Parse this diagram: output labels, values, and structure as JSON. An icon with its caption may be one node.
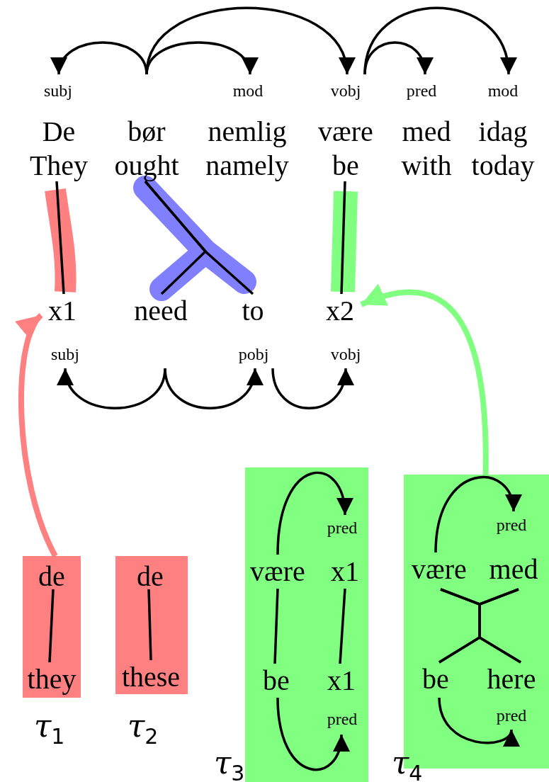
{
  "diagram": {
    "nodes": [
      {
        "text": [
          "De",
          "They"
        ]
      },
      {
        "text": [
          "bør",
          "ought"
        ]
      },
      {
        "text": [
          "nemlig",
          "namely"
        ]
      },
      {
        "text": [
          "være",
          "be"
        ]
      },
      {
        "text": [
          "med",
          "with"
        ]
      },
      {
        "text": [
          "idag",
          "today"
        ]
      },
      {
        "text": [
          "x1"
        ]
      },
      {
        "text": [
          "need"
        ]
      },
      {
        "text": [
          "to"
        ]
      },
      {
        "text": [
          "x2"
        ]
      },
      {
        "text": [
          "τ$_{1}$"
        ]
      },
      {
        "text": [
          "de"
        ],
        "in": 10
      },
      {
        "text": [
          "they"
        ],
        "in": 10
      },
      {
        "text": [
          "τ$_{2}$"
        ]
      },
      {
        "text": [
          "de"
        ],
        "in": 13
      },
      {
        "text": [
          "these"
        ],
        "in": 13
      },
      {
        "text": [
          "τ$_{3}$"
        ]
      },
      {
        "text": [
          "være"
        ],
        "in": 16
      },
      {
        "text": [
          "x1"
        ],
        "in": 16
      },
      {
        "text": [
          "be"
        ],
        "in": 16
      },
      {
        "text": [
          "x1"
        ],
        "in": 16
      },
      {
        "text": [
          "τ$_{4}$"
        ]
      },
      {
        "text": [
          "være"
        ],
        "in": 21
      },
      {
        "text": [
          "med"
        ],
        "in": 21
      },
      {
        "text": [
          "be"
        ],
        "in": 21
      },
      {
        "text": [
          "here"
        ],
        "in": 21
      }
    ],
    "edges": [
      {
        "from": 1,
        "to": 0,
        "arrow": "to",
        "label": "subj"
      },
      {
        "from": 1,
        "to": 2,
        "arrow": "to",
        "label": "mod"
      },
      {
        "from": 1,
        "to": 3,
        "arrow": "to",
        "label": "vobj"
      },
      {
        "from": 3,
        "to": 4,
        "arrow": "to",
        "label": "pred"
      },
      {
        "from": 3,
        "to": 5,
        "arrow": "to",
        "label": "mod"
      },
      {
        "from": 0,
        "to": 6,
        "arrow": "none"
      },
      {
        "from": 1,
        "to": 7,
        "arrow": "none"
      },
      {
        "from": 1,
        "to": 8,
        "arrow": "none"
      },
      {
        "from": 3,
        "to": 9,
        "arrow": "none"
      },
      {
        "from": 7,
        "to": 6,
        "arrow": "to",
        "label": "subj"
      },
      {
        "from": 7,
        "to": 8,
        "arrow": "to",
        "label": "pobj"
      },
      {
        "from": 8,
        "to": 9,
        "arrow": "to",
        "label": "vobj"
      },
      {
        "from": 11,
        "to": 12,
        "arrow": "none"
      },
      {
        "from": 14,
        "to": 15,
        "arrow": "none"
      },
      {
        "from": 17,
        "to": 18,
        "arrow": "to",
        "label": "pred"
      },
      {
        "from": 17,
        "to": 19,
        "arrow": "none"
      },
      {
        "from": 18,
        "to": 20,
        "arrow": "none"
      },
      {
        "from": 19,
        "to": 20,
        "arrow": "to",
        "label": "pred"
      },
      {
        "from": 22,
        "to": 23,
        "arrow": "to",
        "label": "pred"
      },
      {
        "from": 22,
        "to": 24,
        "arrow": "none"
      },
      {
        "from": 22,
        "to": 25,
        "arrow": "none"
      },
      {
        "from": 23,
        "to": 24,
        "arrow": "none"
      },
      {
        "from": 23,
        "to": 25,
        "arrow": "none"
      },
      {
        "from": 24,
        "to": 25,
        "arrow": "to",
        "label": "pred"
      },
      {
        "from": 10,
        "to": 6,
        "arrow": "to",
        "style": "thick",
        "color": "#ff8080"
      },
      {
        "from": 21,
        "to": 9,
        "arrow": "to",
        "style": "thick",
        "color": "#80ff80"
      }
    ]
  }
}
